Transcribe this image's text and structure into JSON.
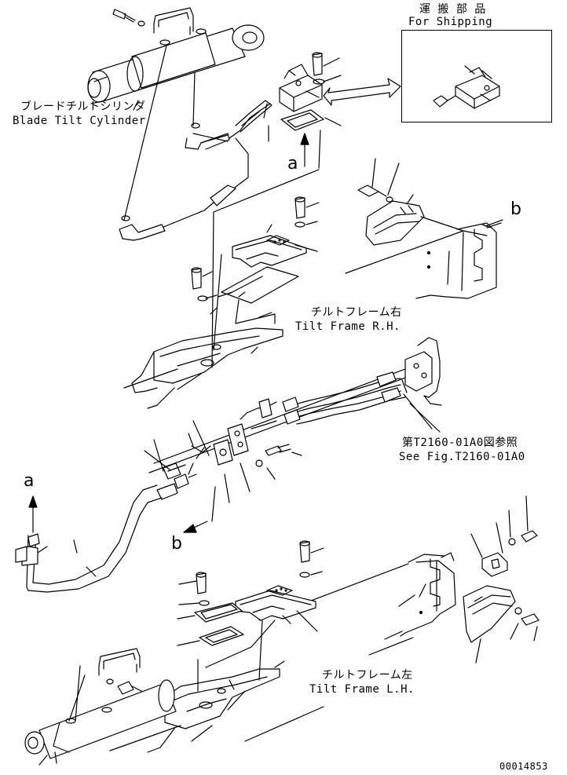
{
  "labels": {
    "shipping_jp": "運 搬 部 品",
    "shipping_en": "For Shipping",
    "blade_tilt_cylinder_jp": "ブレードチルトシリンダ",
    "blade_tilt_cylinder_en": "Blade Tilt Cylinder",
    "tilt_frame_rh_jp": "チルトフレーム右",
    "tilt_frame_rh_en": "Tilt Frame R.H.",
    "tilt_frame_lh_jp": "チルトフレーム左",
    "tilt_frame_lh_en": "Tilt Frame L.H.",
    "see_fig_jp": "第T2160-01A0図参照",
    "see_fig_en": "See Fig.T2160-01A0",
    "drawing_number": "00014853"
  },
  "reference_letters": {
    "a_upper": "a",
    "a_lower": "a",
    "b_upper": "b",
    "b_lower": "b"
  },
  "colors": {
    "line": "#000000",
    "background": "#ffffff"
  }
}
